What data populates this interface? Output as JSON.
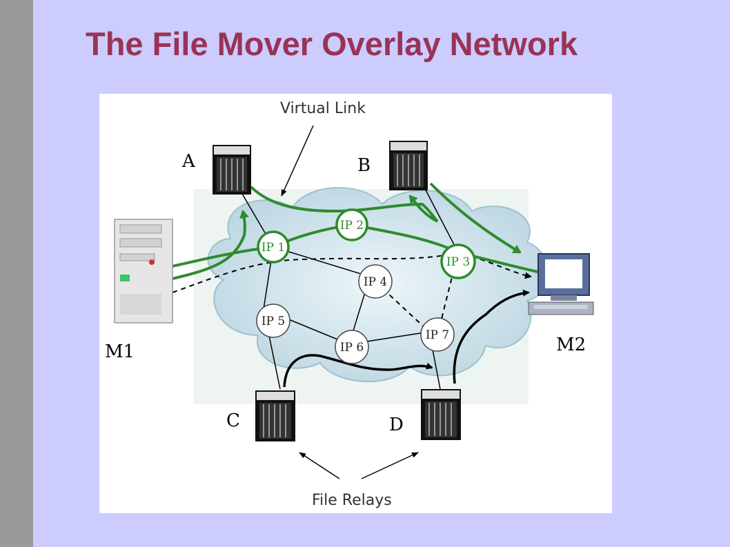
{
  "slide": {
    "title": "The File Mover Overlay Network"
  },
  "diagram": {
    "callouts": {
      "virtual_link": "Virtual Link",
      "file_relays": "File Relays"
    },
    "relays": [
      {
        "id": "A",
        "label": "A"
      },
      {
        "id": "B",
        "label": "B"
      },
      {
        "id": "C",
        "label": "C"
      },
      {
        "id": "D",
        "label": "D"
      }
    ],
    "machines": [
      {
        "id": "M1",
        "label": "M1"
      },
      {
        "id": "M2",
        "label": "M2"
      }
    ],
    "ip_nodes": [
      {
        "id": "IP1",
        "label": "IP 1",
        "on_path": true
      },
      {
        "id": "IP2",
        "label": "IP 2",
        "on_path": true
      },
      {
        "id": "IP3",
        "label": "IP 3",
        "on_path": true
      },
      {
        "id": "IP4",
        "label": "IP 4",
        "on_path": false
      },
      {
        "id": "IP5",
        "label": "IP 5",
        "on_path": false
      },
      {
        "id": "IP6",
        "label": "IP 6",
        "on_path": false
      },
      {
        "id": "IP7",
        "label": "IP 7",
        "on_path": false
      }
    ],
    "colors": {
      "overlay_path": "#2e8b2e",
      "cloud": "#cfe3ec",
      "title": "#993355"
    }
  }
}
